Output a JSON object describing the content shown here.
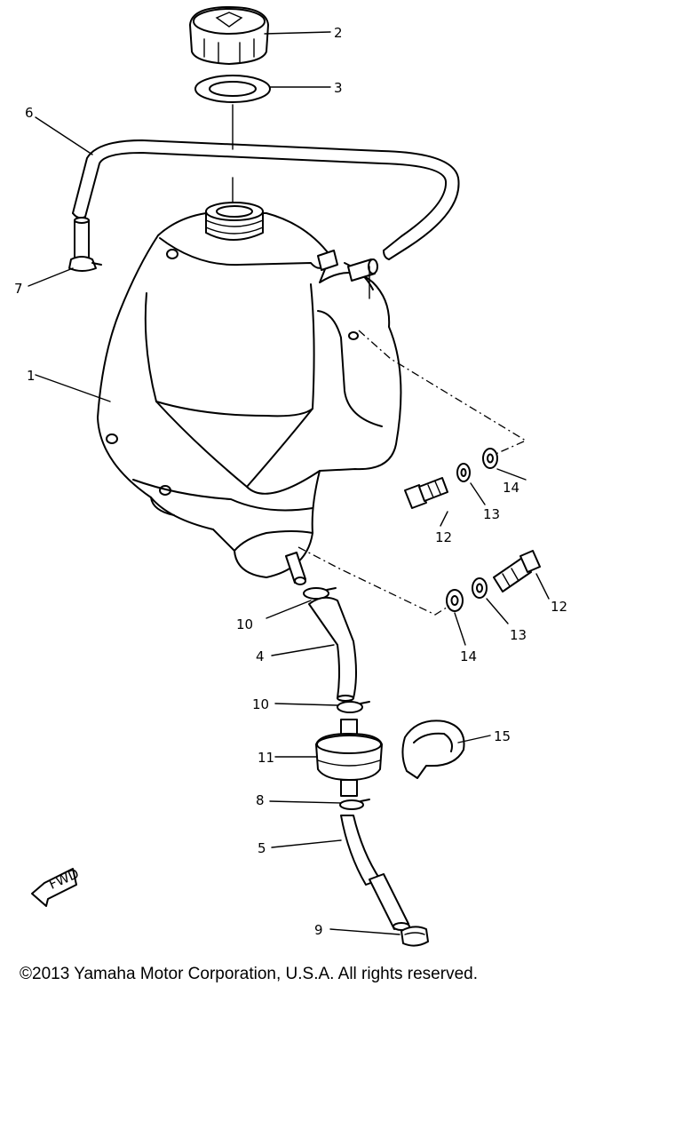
{
  "callouts": {
    "c1": "1",
    "c2": "2",
    "c3": "3",
    "c4": "4",
    "c5": "5",
    "c6": "6",
    "c7": "7",
    "c8": "8",
    "c9": "9",
    "c10a": "10",
    "c10b": "10",
    "c11": "11",
    "c12a": "12",
    "c12b": "12",
    "c13a": "13",
    "c13b": "13",
    "c14a": "14",
    "c14b": "14",
    "c15": "15"
  },
  "fwd_label": "FWD",
  "copyright": "©2013 Yamaha Motor Corporation, U.S.A. All rights reserved."
}
